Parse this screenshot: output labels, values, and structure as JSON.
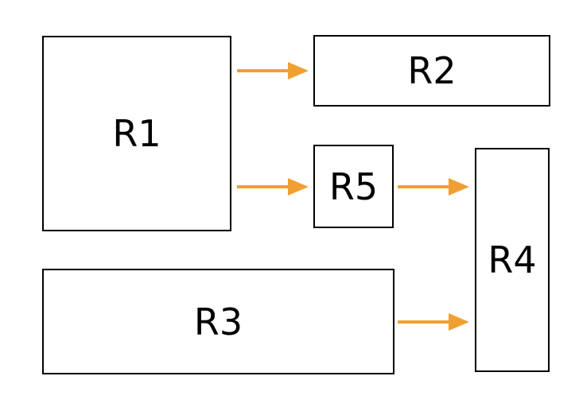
{
  "diagram": {
    "arrow_color": "#F0A033",
    "boxes": {
      "r1": {
        "label": "R1"
      },
      "r2": {
        "label": "R2"
      },
      "r3": {
        "label": "R3"
      },
      "r4": {
        "label": "R4"
      },
      "r5": {
        "label": "R5"
      }
    },
    "edges": [
      {
        "from": "R1",
        "to": "R2"
      },
      {
        "from": "R1",
        "to": "R5"
      },
      {
        "from": "R5",
        "to": "R4"
      },
      {
        "from": "R3",
        "to": "R4"
      }
    ]
  }
}
